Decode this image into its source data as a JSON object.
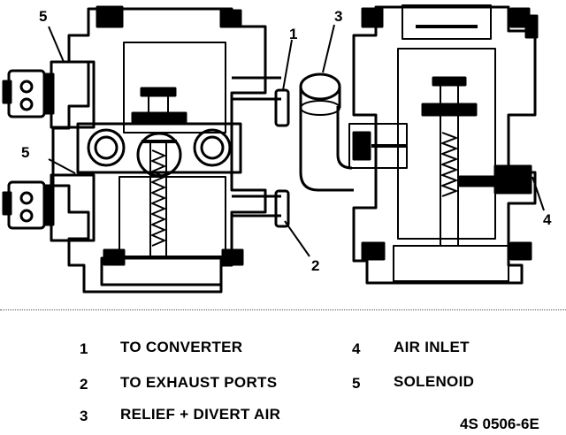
{
  "callouts": [
    "5",
    "5",
    "1",
    "2",
    "3",
    "4"
  ],
  "legend": [
    {
      "num": "1",
      "text": "TO CONVERTER"
    },
    {
      "num": "2",
      "text": "TO EXHAUST PORTS"
    },
    {
      "num": "3",
      "text": "RELIEF + DIVERT AIR"
    },
    {
      "num": "4",
      "text": "AIR INLET"
    },
    {
      "num": "5",
      "text": "SOLENOID"
    }
  ],
  "code": "4S 0506-6E"
}
